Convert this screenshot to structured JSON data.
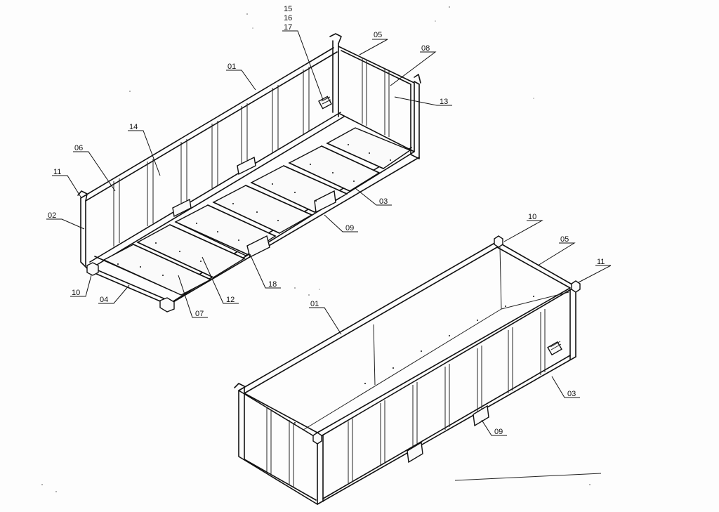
{
  "colors": {
    "line": "#111111",
    "paper": "#fdfdfd"
  },
  "labels": {
    "l15": "15",
    "l16": "16",
    "l17": "17",
    "l05a": "05",
    "l08": "08",
    "l01a": "01",
    "l13": "13",
    "l14": "14",
    "l06": "06",
    "l11a": "11",
    "l02": "02",
    "l03a": "03",
    "l09a": "09",
    "l10a": "10",
    "l18": "18",
    "l04": "04",
    "l12": "12",
    "l07": "07",
    "l10b": "10",
    "l05b": "05",
    "l11b": "11",
    "l01b": "01",
    "l03b": "03",
    "l09b": "09"
  }
}
